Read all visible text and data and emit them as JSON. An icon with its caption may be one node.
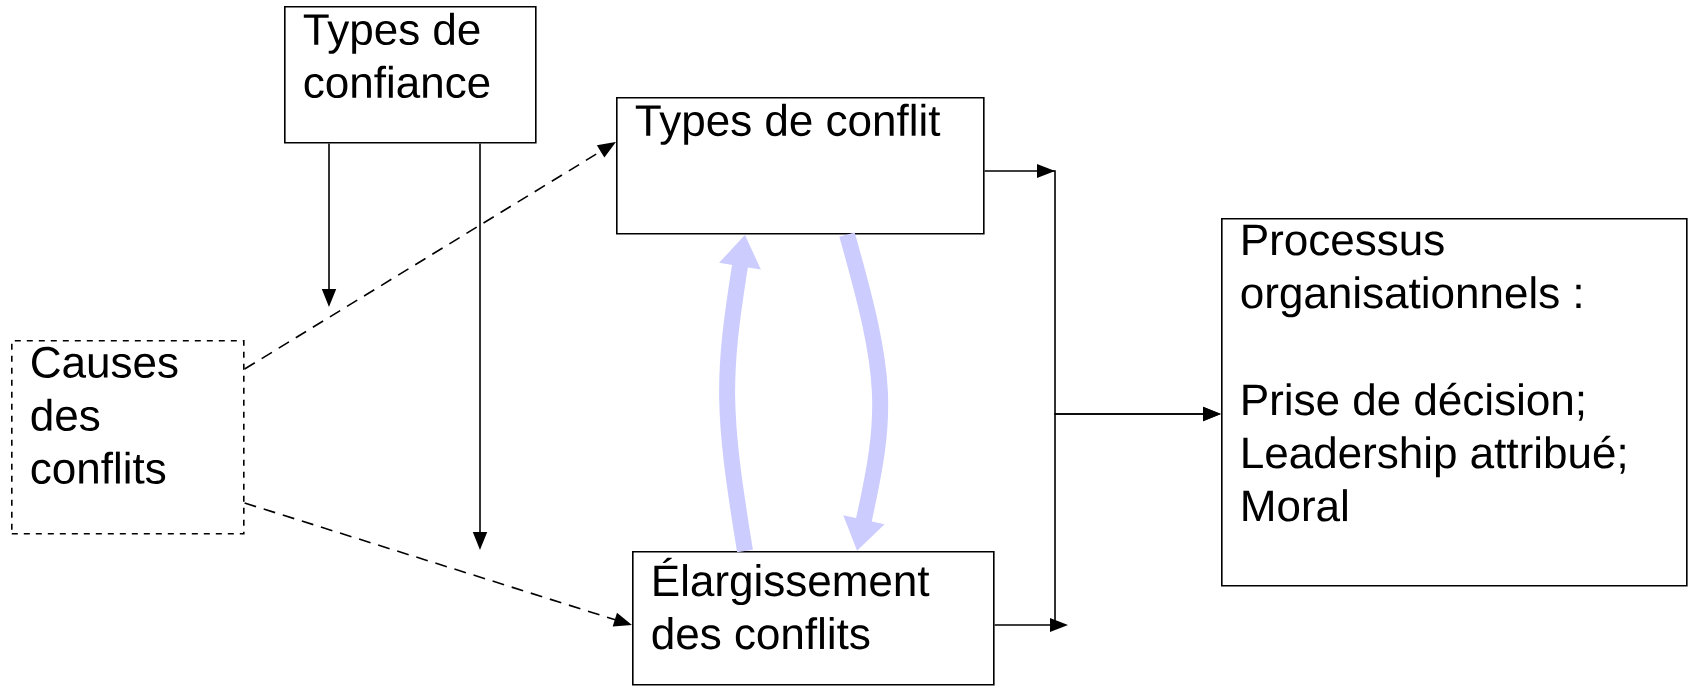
{
  "diagram": {
    "nodes": [
      {
        "text": [
          "Types de confiance"
        ]
      },
      {
        "text": [
          "Causes des conflits"
        ]
      },
      {
        "text": [
          "Types de conflit"
        ]
      },
      {
        "text": [
          "Élargissement des conflits"
        ]
      },
      {
        "text": [
          "Processus organisationnels :",
          "Prise de décision; Leadership attribué; Moral"
        ]
      }
    ],
    "edges": [
      {
        "from": 0,
        "to": null,
        "arrow": "to"
      },
      {
        "from": 0,
        "to": null,
        "arrow": "to"
      },
      {
        "from": 1,
        "to": 2,
        "arrow": "to",
        "style": "dashed"
      },
      {
        "from": 1,
        "to": 3,
        "arrow": "to",
        "style": "dashed"
      },
      {
        "from": 2,
        "to": 4,
        "arrow": "to"
      },
      {
        "from": 3,
        "to": 4,
        "arrow": "to"
      },
      {
        "from": 3,
        "to": 2,
        "arrow": "to",
        "style": "thick",
        "color": "#ccccff"
      },
      {
        "from": 2,
        "to": 3,
        "arrow": "to",
        "style": "thick",
        "color": "#ccccff"
      }
    ]
  }
}
